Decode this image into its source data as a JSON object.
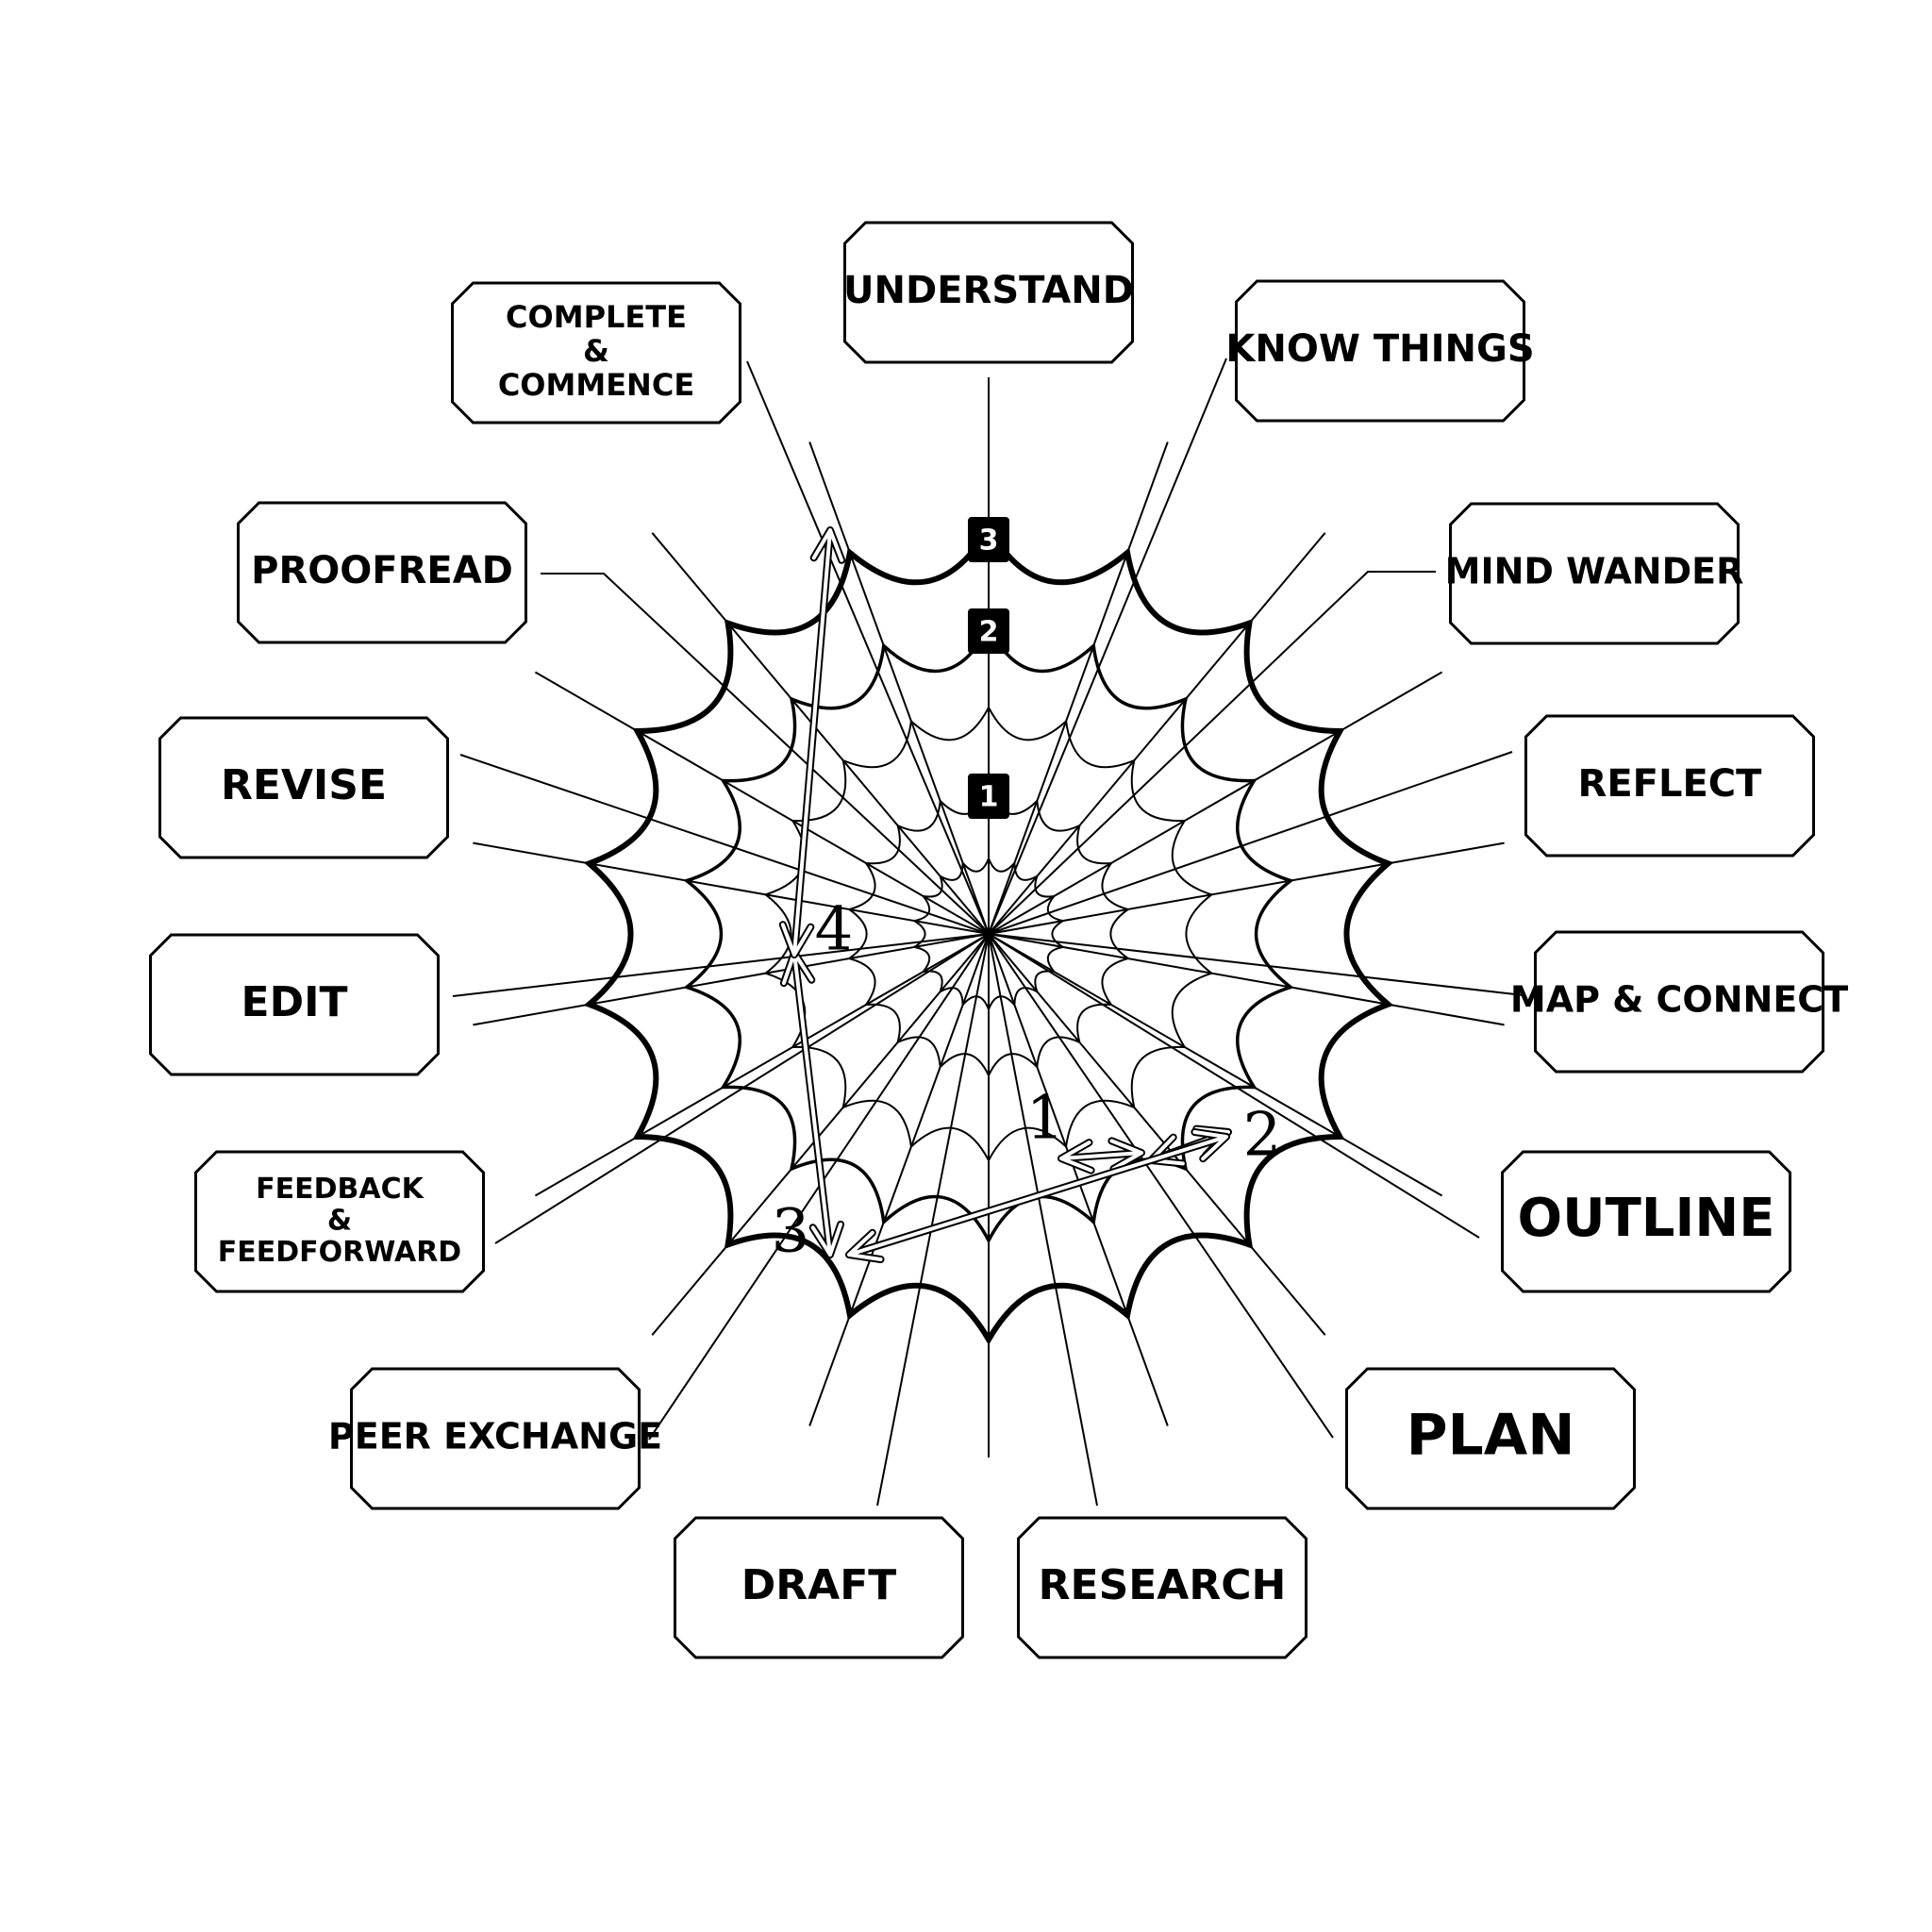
{
  "stages": [
    {
      "id": "understand",
      "lines": [
        "UNDERSTAND"
      ]
    },
    {
      "id": "know-things",
      "lines": [
        "KNOW  THINGS"
      ]
    },
    {
      "id": "mind-wander",
      "lines": [
        "MIND WANDER"
      ]
    },
    {
      "id": "reflect",
      "lines": [
        "REFLECT"
      ]
    },
    {
      "id": "map-connect",
      "lines": [
        "MAP & CONNECT"
      ]
    },
    {
      "id": "outline",
      "lines": [
        "OUTLINE"
      ]
    },
    {
      "id": "plan",
      "lines": [
        "PLAN"
      ]
    },
    {
      "id": "research",
      "lines": [
        "RESEARCH"
      ]
    },
    {
      "id": "draft",
      "lines": [
        "DRAFT"
      ]
    },
    {
      "id": "peer-exchange",
      "lines": [
        "PEER EXCHANGE"
      ]
    },
    {
      "id": "feedback-feedforward",
      "lines": [
        "FEEDBACK",
        "&",
        "FEEDFORWARD"
      ]
    },
    {
      "id": "edit",
      "lines": [
        "EDIT"
      ]
    },
    {
      "id": "revise",
      "lines": [
        "REVISE"
      ]
    },
    {
      "id": "proofread",
      "lines": [
        "PROOFREAD"
      ]
    },
    {
      "id": "complete-commence",
      "lines": [
        "COMPLETE",
        "&",
        "COMMENCE"
      ]
    }
  ],
  "ring_markers": [
    "1",
    "2",
    "3"
  ],
  "path_numbers": [
    "1",
    "2",
    "3",
    "4"
  ],
  "colors": {
    "ink": "#000000",
    "paper": "#ffffff"
  }
}
